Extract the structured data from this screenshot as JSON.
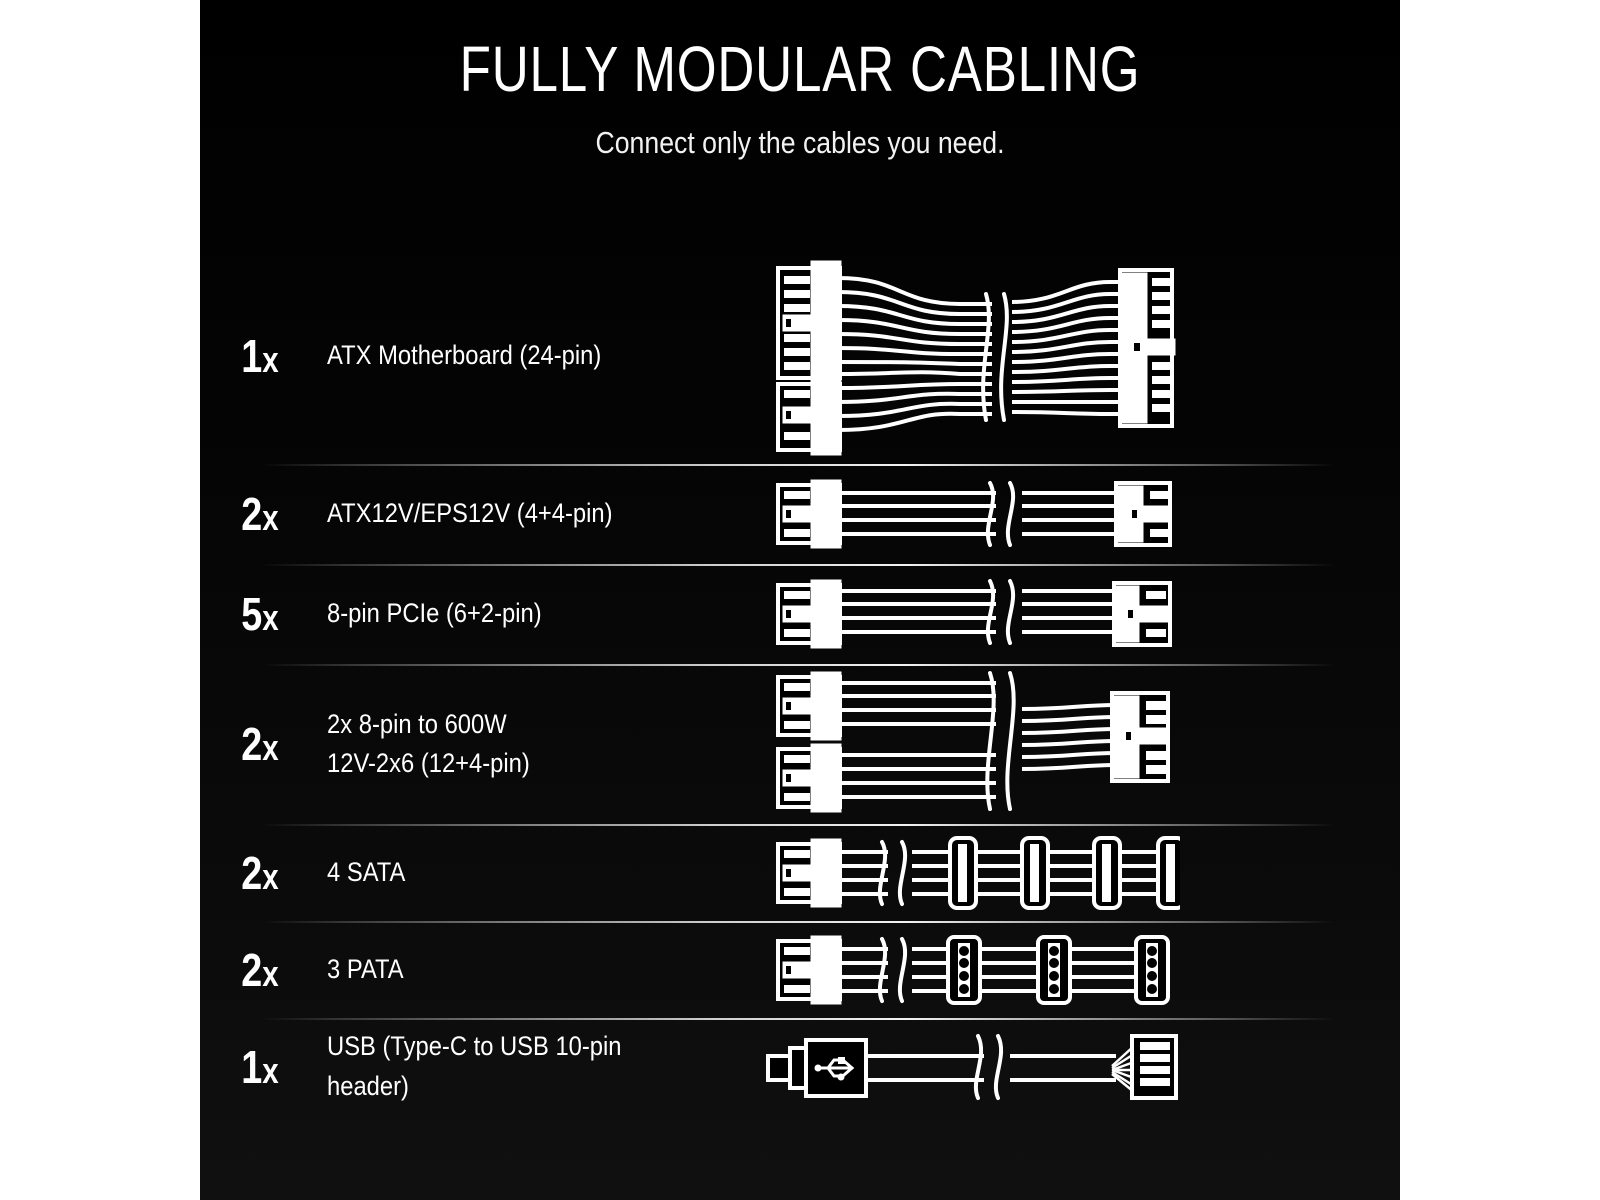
{
  "header": {
    "title": "FULLY MODULAR CABLING",
    "subtitle": "Connect only the cables you need."
  },
  "colors": {
    "background": "#000000",
    "panel": "#0a0a0a",
    "text": "#ffffff",
    "divider": "#ffffff",
    "page_background": "#ffffff"
  },
  "cables": [
    {
      "qty_number": "1",
      "qty_suffix": "x",
      "label_line1": "ATX Motherboard (24-pin)",
      "label_line2": "",
      "icon": "atx-24pin-cable-icon"
    },
    {
      "qty_number": "2",
      "qty_suffix": "x",
      "label_line1": "ATX12V/EPS12V (4+4-pin)",
      "label_line2": "",
      "icon": "atx12v-eps12v-cable-icon"
    },
    {
      "qty_number": "5",
      "qty_suffix": "x",
      "label_line1": "8-pin PCIe (6+2-pin)",
      "label_line2": "",
      "icon": "pcie-8pin-cable-icon"
    },
    {
      "qty_number": "2",
      "qty_suffix": "x",
      "label_line1": "2x 8-pin to 600W",
      "label_line2": "12V-2x6 (12+4-pin)",
      "icon": "12v-2x6-600w-cable-icon"
    },
    {
      "qty_number": "2",
      "qty_suffix": "x",
      "label_line1": "4 SATA",
      "label_line2": "",
      "icon": "sata-cable-icon"
    },
    {
      "qty_number": "2",
      "qty_suffix": "x",
      "label_line1": "3 PATA",
      "label_line2": "",
      "icon": "pata-molex-cable-icon"
    },
    {
      "qty_number": "1",
      "qty_suffix": "x",
      "label_line1": "USB (Type-C to USB 10-pin header)",
      "label_line2": "",
      "icon": "usb-type-c-header-cable-icon"
    }
  ]
}
